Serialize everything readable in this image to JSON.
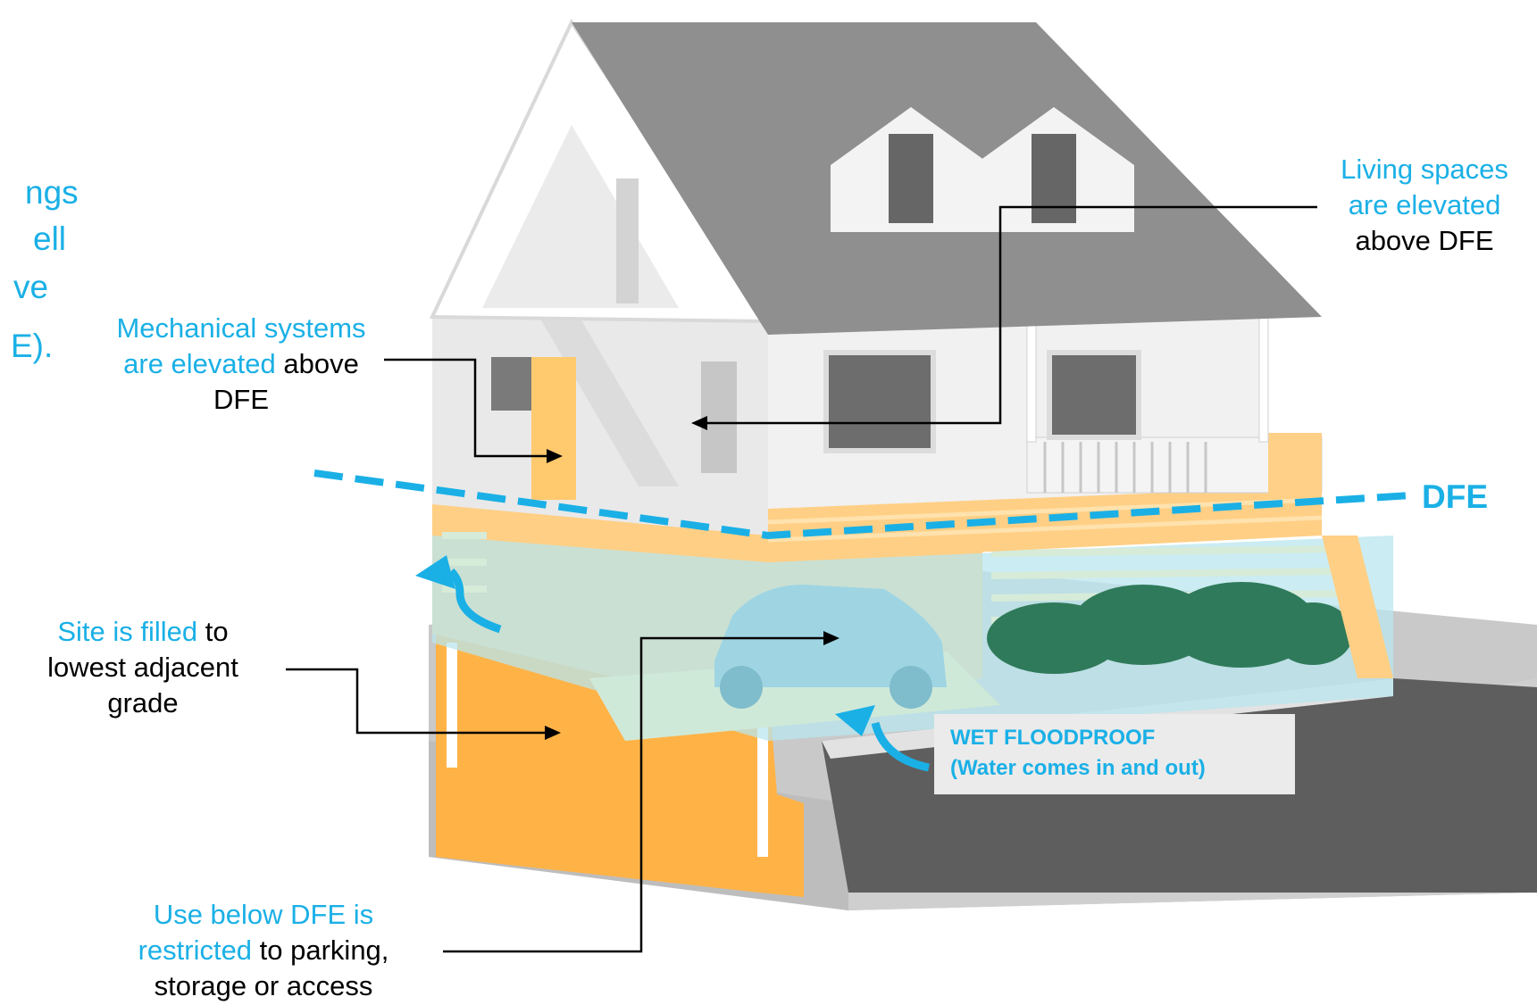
{
  "cut_text": {
    "line1": "ngs",
    "line2": "ell",
    "line3": "ve",
    "line4": "E)."
  },
  "labels": {
    "living": {
      "blue1": "Living spaces",
      "blue2": "are elevated",
      "black": "above DFE"
    },
    "mechanical": {
      "blue1": "Mechanical systems",
      "blue2": "are elevated",
      "black2": " above",
      "black3": "DFE"
    },
    "site": {
      "blue": "Site is filled",
      "black1": " to",
      "black2": "lowest adjacent",
      "black3": "grade"
    },
    "use": {
      "blue1": "Use below DFE is",
      "blue2": "restricted",
      "black2": " to parking,",
      "black3": "storage or access"
    },
    "dfe": "DFE",
    "wet": {
      "line1": "WET FLOODPROOF",
      "line2": "(Water comes in and out)"
    }
  },
  "colors": {
    "accent_blue": "#1ab0e6",
    "flood_orange": "#ffb347",
    "roof_gray": "#8f8f8f",
    "water": "#b8e6ee"
  }
}
